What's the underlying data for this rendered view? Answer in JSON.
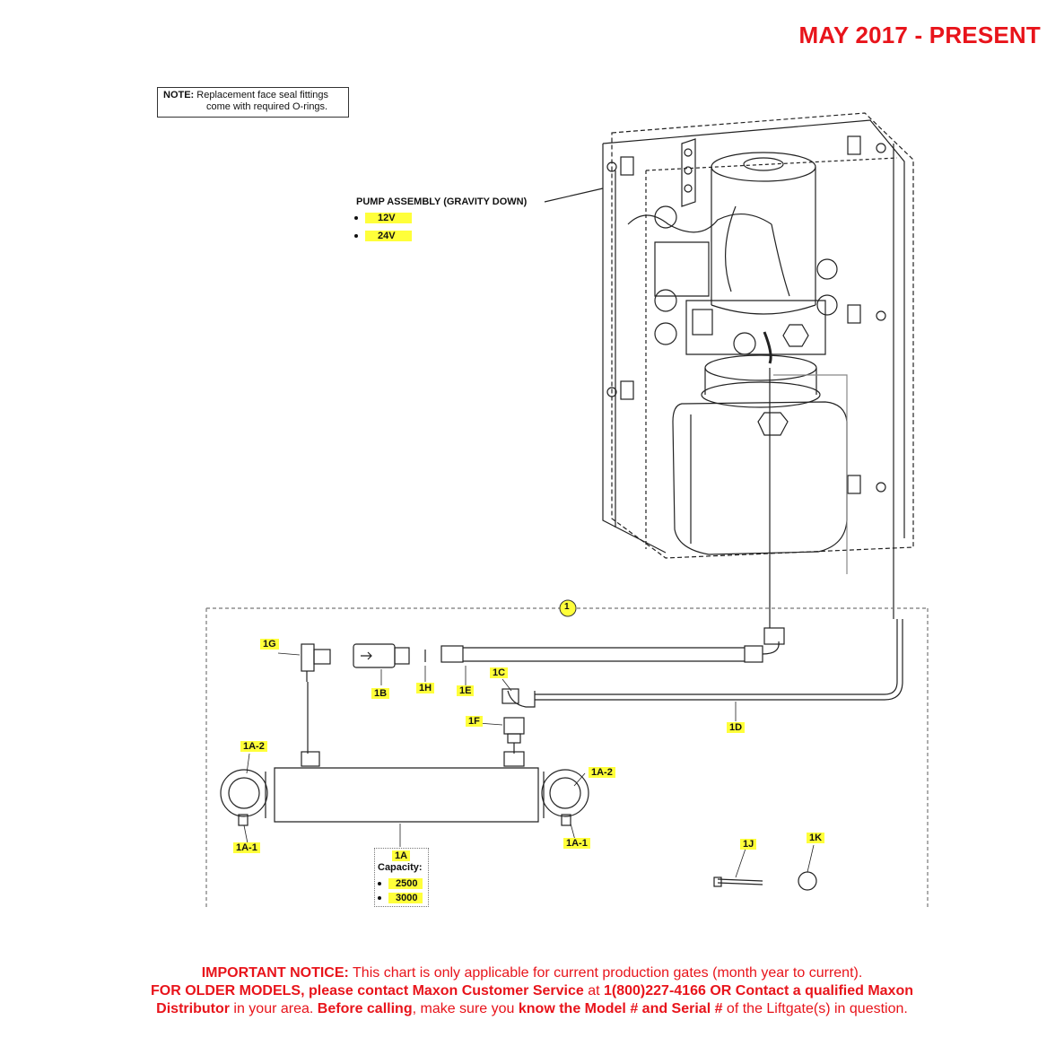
{
  "header": {
    "date_range": "MAY 2017 - PRESENT"
  },
  "note": {
    "label": "NOTE:",
    "line1": "Replacement face seal fittings",
    "line2": "come with required O-rings."
  },
  "pump": {
    "title": "PUMP ASSEMBLY (GRAVITY DOWN)",
    "options": [
      "12V",
      "24V"
    ]
  },
  "callouts": {
    "c1": "1",
    "c1G": "1G",
    "c1B": "1B",
    "c1H": "1H",
    "c1E": "1E",
    "c1C": "1C",
    "c1F": "1F",
    "c1D": "1D",
    "c1A2_left": "1A-2",
    "c1A2_right": "1A-2",
    "c1A1_left": "1A-1",
    "c1A1_right": "1A-1",
    "c1A": "1A",
    "c1J": "1J",
    "c1K": "1K"
  },
  "cylinder": {
    "capacity_label": "Capacity:",
    "options": [
      "2500",
      "3000"
    ]
  },
  "notice": {
    "l1_bold": "IMPORTANT NOTICE:",
    "l1_rest": " This chart is only applicable for current production gates (month year to current).",
    "l2_bold_a": "FOR OLDER MODELS, please contact Maxon Customer Service",
    "l2_mid": " at ",
    "l2_bold_b": "1(800)227-4166 OR Contact a qualified Maxon",
    "l3_bold_a": "Distributor",
    "l3_mid_a": " in your area. ",
    "l3_bold_b": "Before calling",
    "l3_mid_b": ", make sure you ",
    "l3_bold_c": "know the Model # and Serial #",
    "l3_rest": " of the Liftgate(s) in question."
  },
  "colors": {
    "accent_red": "#e8141b",
    "highlight_yellow": "#ffff3a"
  }
}
